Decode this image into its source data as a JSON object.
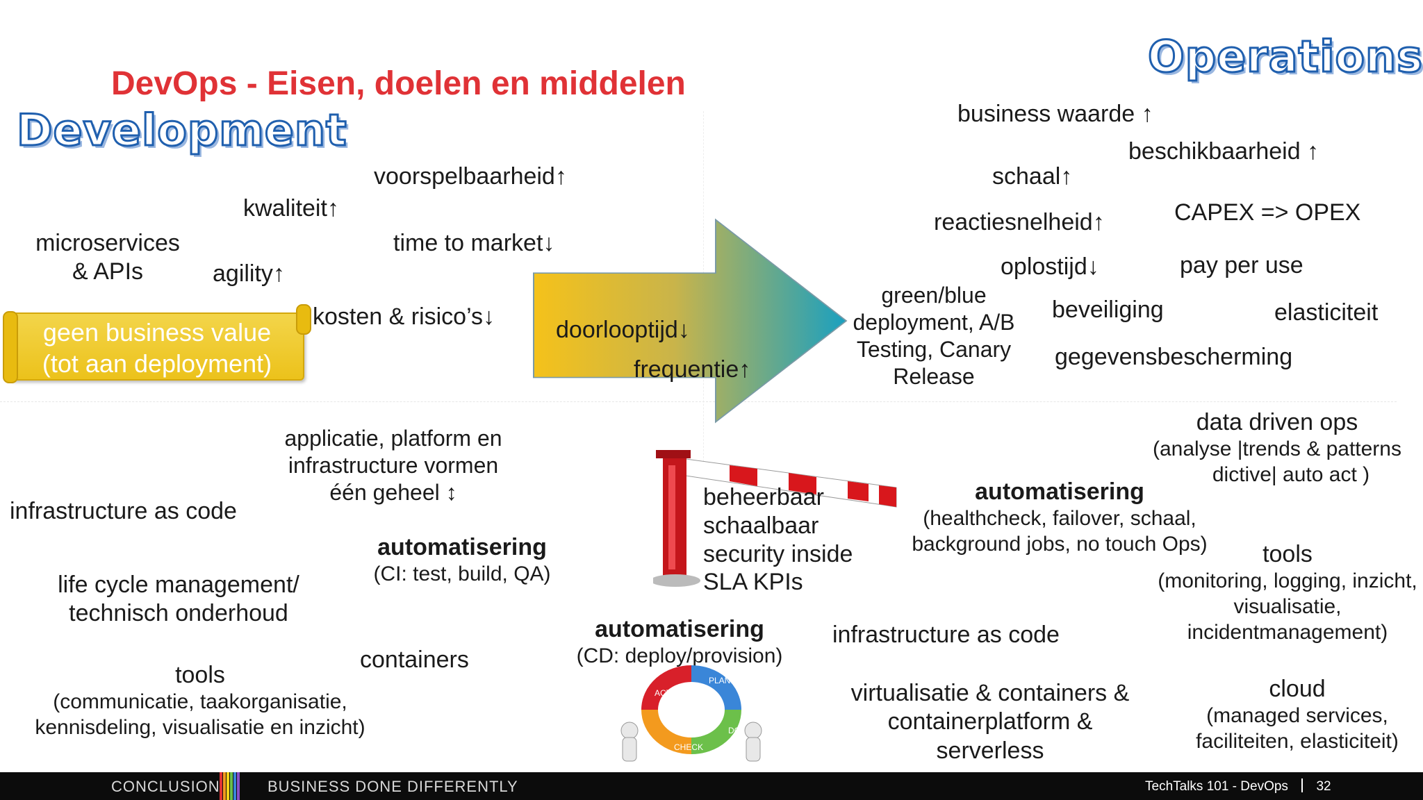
{
  "slide": {
    "title": "DevOps - Eisen, doelen en middelen",
    "dev_heading": "Development",
    "ops_heading": "Operations"
  },
  "development": {
    "goals": {
      "voorspelbaarheid": "voorspelbaarheid↑",
      "kwaliteit": "kwaliteit↑",
      "microservices_line1": "microservices",
      "microservices_line2": "& APIs",
      "time_to_market": "time to market↓",
      "agility": "agility↑",
      "kosten": "kosten & risico’s↓"
    },
    "scroll_line1": "geen business value",
    "scroll_line2": "(tot aan deployment)",
    "means": {
      "platform_line1": "applicatie, platform en",
      "platform_line2": "infrastructure vormen",
      "platform_line3": "één geheel ↕",
      "iac": "infrastructure as code",
      "auto_title": "automatisering",
      "auto_sub": "(CI: test, build, QA)",
      "lcm_line1": "life cycle management/",
      "lcm_line2": "technisch onderhoud",
      "containers": "containers",
      "tools_title": "tools",
      "tools_line1": "(communicatie, taakorganisatie,",
      "tools_line2": "kennisdeling, visualisatie en inzicht)"
    }
  },
  "arrow": {
    "doorlooptijd": "doorlooptijd↓",
    "frequentie": "frequentie↑"
  },
  "center": {
    "barrier_line1": "beheerbaar",
    "barrier_line2": "schaalbaar",
    "barrier_line3": "security inside",
    "barrier_line4": "SLA KPIs",
    "cd_title": "automatisering",
    "cd_sub": "(CD: deploy/provision)",
    "cycle_labels": [
      "ACT",
      "PLAN",
      "DO",
      "CHECK"
    ]
  },
  "operations": {
    "goals": {
      "business_waarde": "business waarde ↑",
      "beschikbaarheid": "beschikbaarheid ↑",
      "schaal": "schaal↑",
      "reactiesnelheid": "reactiesnelheid↑",
      "capex": "CAPEX => OPEX",
      "oplostijd": "oplostijd↓",
      "pay_per_use": "pay per use",
      "green_line1": "green/blue",
      "green_line2": "deployment, A/B",
      "green_line3": "Testing, Canary",
      "green_line4": "Release",
      "beveiliging": "beveiliging",
      "elasticiteit": "elasticiteit",
      "gegevensbescherming": "gegevensbescherming"
    },
    "means": {
      "ddo_title": "data driven ops",
      "ddo_line1": "(analyse |trends & patterns",
      "ddo_line2": "dictive| auto act )",
      "auto_title": "automatisering",
      "auto_line1": "(healthcheck, failover, schaal,",
      "auto_line2": "background jobs, no touch Ops)",
      "tools_title": "tools",
      "tools_line1": "(monitoring, logging, inzicht,",
      "tools_line2": "visualisatie,",
      "tools_line3": "incidentmanagement)",
      "iac": "infrastructure as code",
      "virt_line1": "virtualisatie & containers &",
      "virt_line2": "containerplatform &",
      "virt_line3": "serverless",
      "cloud_title": "cloud",
      "cloud_line1": "(managed services,",
      "cloud_line2": "faciliteiten, elasticiteit)"
    }
  },
  "footer": {
    "left_a": "CONCLUSION",
    "left_b": "BUSINESS DONE DIFFERENTLY",
    "right": "TechTalks 101 - DevOps",
    "page": "32"
  },
  "colors": {
    "title_red": "#e03236",
    "heading_blue": "#1f5fae",
    "arrow_yellow": "#f5c21a",
    "arrow_teal": "#1aa0c0",
    "scroll_yellow": "#f0c82a",
    "footer_bg": "#0c0c0c"
  }
}
